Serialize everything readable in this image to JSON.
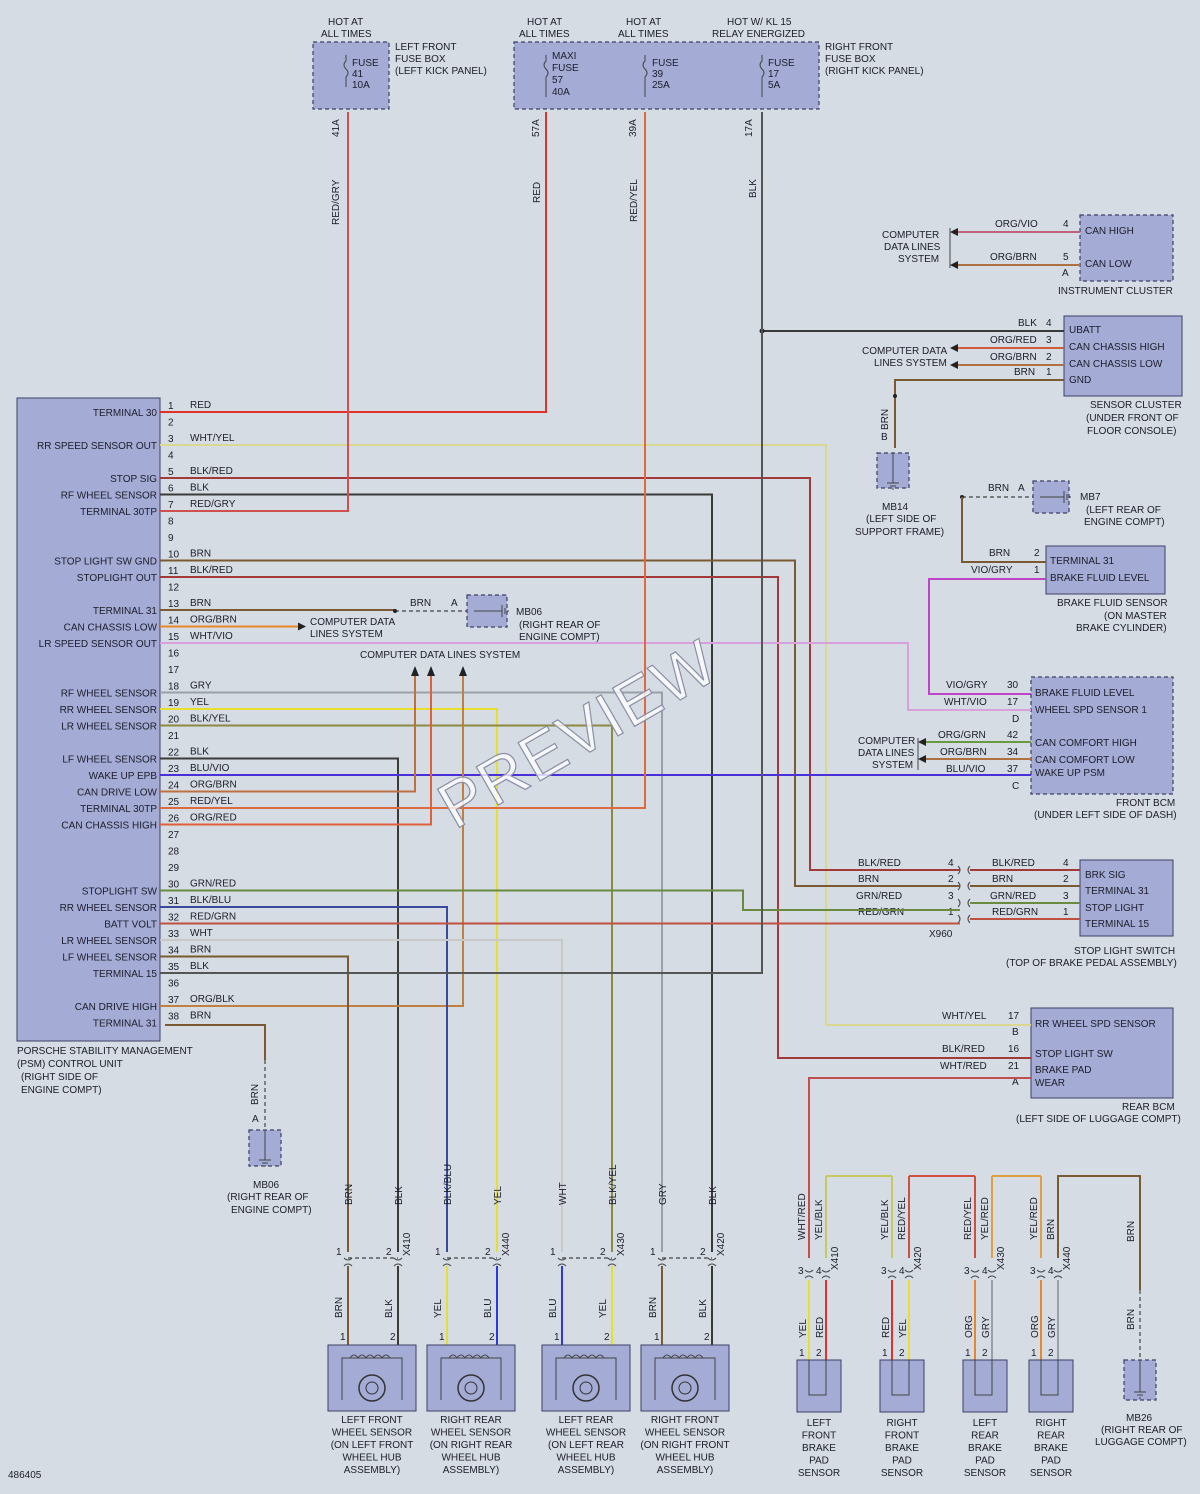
{
  "diagram_id": "486405",
  "watermark": "PREVIEW",
  "fuse_headers": {
    "left_hot": [
      "HOT AT",
      "ALL TIMES"
    ],
    "right_hot1": [
      "HOT AT",
      "ALL TIMES"
    ],
    "right_hot2": [
      "HOT AT",
      "ALL TIMES"
    ],
    "right_hot3": [
      "HOT W/ KL 15",
      "RELAY ENERGIZED"
    ]
  },
  "left_fuse_box": {
    "label": [
      "LEFT FRONT",
      "FUSE BOX",
      "(LEFT KICK PANEL)"
    ],
    "fuse": [
      "FUSE",
      "41",
      "10A"
    ],
    "terminal": "41A",
    "wire": "RED/GRY"
  },
  "right_fuse_box": {
    "label": [
      "RIGHT FRONT",
      "FUSE BOX",
      "(RIGHT KICK PANEL)"
    ],
    "fuses": [
      {
        "lines": [
          "MAXI",
          "FUSE",
          "57",
          "40A"
        ],
        "terminal": "57A",
        "wire": "RED"
      },
      {
        "lines": [
          "FUSE",
          "39",
          "25A"
        ],
        "terminal": "39A",
        "wire": "RED/YEL"
      },
      {
        "lines": [
          "FUSE",
          "17",
          "5A"
        ],
        "terminal": "17A",
        "wire": "BLK"
      }
    ]
  },
  "psm": {
    "label": [
      "PORSCHE STABILITY MANAGEMENT",
      "(PSM) CONTROL UNIT",
      "(RIGHT SIDE OF",
      "ENGINE COMPT)"
    ],
    "pins": [
      {
        "n": "1",
        "name": "TERMINAL 30",
        "wire": "RED"
      },
      {
        "n": "2",
        "name": "",
        "wire": ""
      },
      {
        "n": "3",
        "name": "RR SPEED SENSOR OUT",
        "wire": "WHT/YEL"
      },
      {
        "n": "4",
        "name": "",
        "wire": ""
      },
      {
        "n": "5",
        "name": "STOP SIG",
        "wire": "BLK/RED"
      },
      {
        "n": "6",
        "name": "RF WHEEL SENSOR",
        "wire": "BLK"
      },
      {
        "n": "7",
        "name": "TERMINAL 30TP",
        "wire": "RED/GRY"
      },
      {
        "n": "8",
        "name": "",
        "wire": ""
      },
      {
        "n": "9",
        "name": "",
        "wire": ""
      },
      {
        "n": "10",
        "name": "STOP LIGHT SW GND",
        "wire": "BRN"
      },
      {
        "n": "11",
        "name": "STOPLIGHT OUT",
        "wire": "BLK/RED"
      },
      {
        "n": "12",
        "name": "",
        "wire": ""
      },
      {
        "n": "13",
        "name": "TERMINAL 31",
        "wire": "BRN"
      },
      {
        "n": "14",
        "name": "CAN CHASSIS LOW",
        "wire": "ORG/BRN"
      },
      {
        "n": "15",
        "name": "LR SPEED SENSOR OUT",
        "wire": "WHT/VIO"
      },
      {
        "n": "16",
        "name": "",
        "wire": ""
      },
      {
        "n": "17",
        "name": "",
        "wire": ""
      },
      {
        "n": "18",
        "name": "RF WHEEL SENSOR",
        "wire": "GRY"
      },
      {
        "n": "19",
        "name": "RR WHEEL SENSOR",
        "wire": "YEL"
      },
      {
        "n": "20",
        "name": "LR WHEEL SENSOR",
        "wire": "BLK/YEL"
      },
      {
        "n": "21",
        "name": "",
        "wire": ""
      },
      {
        "n": "22",
        "name": "LF WHEEL SENSOR",
        "wire": "BLK"
      },
      {
        "n": "23",
        "name": "WAKE UP EPB",
        "wire": "BLU/VIO"
      },
      {
        "n": "24",
        "name": "CAN DRIVE LOW",
        "wire": "ORG/BRN"
      },
      {
        "n": "25",
        "name": "TERMINAL 30TP",
        "wire": "RED/YEL"
      },
      {
        "n": "26",
        "name": "CAN CHASSIS HIGH",
        "wire": "ORG/RED"
      },
      {
        "n": "27",
        "name": "",
        "wire": ""
      },
      {
        "n": "28",
        "name": "",
        "wire": ""
      },
      {
        "n": "29",
        "name": "",
        "wire": ""
      },
      {
        "n": "30",
        "name": "STOPLIGHT SW",
        "wire": "GRN/RED"
      },
      {
        "n": "31",
        "name": "RR WHEEL SENSOR",
        "wire": "BLK/BLU"
      },
      {
        "n": "32",
        "name": "BATT VOLT",
        "wire": "RED/GRN"
      },
      {
        "n": "33",
        "name": "LR WHEEL SENSOR",
        "wire": "WHT"
      },
      {
        "n": "34",
        "name": "LF WHEEL SENSOR",
        "wire": "BRN"
      },
      {
        "n": "35",
        "name": "TERMINAL 15",
        "wire": "BLK"
      },
      {
        "n": "36",
        "name": "",
        "wire": ""
      },
      {
        "n": "37",
        "name": "CAN DRIVE HIGH",
        "wire": "ORG/BLK"
      },
      {
        "n": "38",
        "name": "TERMINAL 31",
        "wire": "BRN"
      }
    ]
  },
  "instrument_cluster": {
    "label": "INSTRUMENT CLUSTER",
    "ext": [
      "COMPUTER",
      "DATA LINES",
      "SYSTEM"
    ],
    "pins": [
      {
        "n": "4",
        "name": "CAN HIGH",
        "wire": "ORG/VIO"
      },
      {
        "n": "5",
        "name": "CAN LOW",
        "wire": "ORG/BRN"
      }
    ],
    "conn": "A"
  },
  "sensor_cluster": {
    "label": [
      "SENSOR CLUSTER",
      "(UNDER FRONT OF",
      "FLOOR CONSOLE)"
    ],
    "ext": [
      "COMPUTER DATA",
      "LINES SYSTEM"
    ],
    "pins": [
      {
        "n": "4",
        "name": "UBATT",
        "wire": "BLK"
      },
      {
        "n": "3",
        "name": "CAN CHASSIS HIGH",
        "wire": "ORG/RED"
      },
      {
        "n": "2",
        "name": "CAN CHASSIS LOW",
        "wire": "ORG/BRN"
      },
      {
        "n": "1",
        "name": "GND",
        "wire": "BRN"
      }
    ]
  },
  "mb14": {
    "wire": "BRN",
    "conn": "B",
    "label": [
      "MB14",
      "(LEFT SIDE OF",
      "SUPPORT FRAME)"
    ]
  },
  "mb7": {
    "wire": "BRN",
    "conn": "A",
    "label": [
      "MB7",
      "(LEFT REAR OF",
      "ENGINE COMPT)"
    ]
  },
  "mb06_top": {
    "wire": "BRN",
    "conn": "A",
    "label": [
      "MB06",
      "(RIGHT REAR OF",
      "ENGINE COMPT)"
    ]
  },
  "mb06_bottom": {
    "wire": "BRN",
    "conn": "A",
    "label": [
      "MB06",
      "(RIGHT REAR OF",
      "ENGINE COMPT)"
    ]
  },
  "mb26": {
    "wire": "BRN",
    "label": [
      "MB26",
      "(RIGHT REAR OF",
      "LUGGAGE COMPT)"
    ]
  },
  "cdl_mid": [
    "COMPUTER DATA",
    "LINES SYSTEM"
  ],
  "cdl_center": "COMPUTER DATA LINES SYSTEM",
  "brake_fluid_sensor": {
    "label": [
      "BRAKE FLUID SENSOR",
      "(ON MASTER",
      "BRAKE CYLINDER)"
    ],
    "pins": [
      {
        "n": "2",
        "name": "TERMINAL 31",
        "wire": "BRN"
      },
      {
        "n": "1",
        "name": "BRAKE FLUID LEVEL",
        "wire": "VIO/GRY"
      }
    ]
  },
  "front_bcm": {
    "label": [
      "FRONT BCM",
      "(UNDER LEFT SIDE OF DASH)"
    ],
    "ext": [
      "COMPUTER",
      "DATA LINES",
      "SYSTEM"
    ],
    "pins": [
      {
        "n": "30",
        "name": "BRAKE FLUID LEVEL",
        "wire": "VIO/GRY"
      },
      {
        "n": "17",
        "name": "WHEEL SPD SENSOR 1",
        "wire": "WHT/VIO"
      },
      {
        "n": "42",
        "name": "CAN COMFORT HIGH",
        "wire": "ORG/GRN"
      },
      {
        "n": "34",
        "name": "CAN COMFORT LOW",
        "wire": "ORG/BRN"
      },
      {
        "n": "37",
        "name": "WAKE UP PSM",
        "wire": "BLU/VIO"
      }
    ],
    "conn_d": "D",
    "conn_c": "C"
  },
  "stop_light_switch": {
    "label": [
      "STOP LIGHT SWITCH",
      "(TOP OF BRAKE PEDAL ASSEMBLY)"
    ],
    "conn": "X960",
    "pins": [
      {
        "n": "4",
        "name": "BRK SIG",
        "wire_l": "BLK/RED",
        "cn": "4",
        "wire_r": "BLK/RED"
      },
      {
        "n": "2",
        "name": "TERMINAL 31",
        "wire_l": "BRN",
        "cn": "2",
        "wire_r": "BRN"
      },
      {
        "n": "3",
        "name": "STOP LIGHT",
        "wire_l": "GRN/RED",
        "cn": "3",
        "wire_r": "GRN/RED"
      },
      {
        "n": "1",
        "name": "TERMINAL 15",
        "wire_l": "RED/GRN",
        "cn": "1",
        "wire_r": "RED/GRN"
      }
    ]
  },
  "rear_bcm": {
    "label": [
      "REAR BCM",
      "(LEFT SIDE OF LUGGAGE COMPT)"
    ],
    "pins": [
      {
        "n": "17",
        "name": "RR WHEEL SPD SENSOR",
        "wire": "WHT/YEL",
        "conn": "B"
      },
      {
        "n": "16",
        "name": "STOP LIGHT SW",
        "wire": "BLK/RED"
      },
      {
        "n": "21",
        "name": "BRAKE PAD",
        "name2": "WEAR",
        "wire": "WHT/RED",
        "conn": "A"
      }
    ]
  },
  "wheel_sensors": [
    {
      "label": [
        "LEFT FRONT",
        "WHEEL SENSOR",
        "(ON LEFT FRONT",
        "WHEEL HUB",
        "ASSEMBLY)"
      ],
      "upper": [
        "BRN",
        "BLK"
      ],
      "lower": [
        "BRN",
        "BLK"
      ],
      "conn": "X410"
    },
    {
      "label": [
        "RIGHT REAR",
        "WHEEL SENSOR",
        "(ON RIGHT REAR",
        "WHEEL HUB",
        "ASSEMBLY)"
      ],
      "upper": [
        "BLK/BLU",
        "YEL"
      ],
      "lower": [
        "YEL",
        "BLU"
      ],
      "conn": "X440"
    },
    {
      "label": [
        "LEFT REAR",
        "WHEEL SENSOR",
        "(ON LEFT REAR",
        "WHEEL HUB",
        "ASSEMBLY)"
      ],
      "upper": [
        "WHT",
        "BLK/YEL"
      ],
      "lower": [
        "BLU",
        "YEL"
      ],
      "conn": "X430"
    },
    {
      "label": [
        "RIGHT FRONT",
        "WHEEL SENSOR",
        "(ON RIGHT FRONT",
        "WHEEL HUB",
        "ASSEMBLY)"
      ],
      "upper": [
        "GRY",
        "BLK"
      ],
      "lower": [
        "BRN",
        "BLK"
      ],
      "conn": "X420"
    }
  ],
  "pad_sensors": [
    {
      "label": [
        "LEFT",
        "FRONT",
        "BRAKE",
        "PAD",
        "SENSOR"
      ],
      "upper": [
        "WHT/RED",
        "YEL/BLK"
      ],
      "lower": [
        "YEL",
        "RED"
      ],
      "conn": "X410"
    },
    {
      "label": [
        "RIGHT",
        "FRONT",
        "BRAKE",
        "PAD",
        "SENSOR"
      ],
      "upper": [
        "YEL/BLK",
        "RED/YEL"
      ],
      "lower": [
        "RED",
        "YEL"
      ],
      "conn": "X420"
    },
    {
      "label": [
        "LEFT",
        "REAR",
        "BRAKE",
        "PAD",
        "SENSOR"
      ],
      "upper": [
        "RED/YEL",
        "YEL/RED"
      ],
      "lower": [
        "ORG",
        "GRY"
      ],
      "conn": "X430"
    },
    {
      "label": [
        "RIGHT",
        "REAR",
        "BRAKE",
        "PAD",
        "SENSOR"
      ],
      "upper": [
        "YEL/RED",
        "BRN"
      ],
      "lower": [
        "ORG",
        "GRY"
      ],
      "conn": "X440"
    }
  ],
  "colors": {
    "RED": "#e0322a",
    "BLK": "#3a3a3a",
    "BRN": "#7a5a32",
    "YEL": "#e6df2e",
    "GRY": "#9aa0a8",
    "ORG": "#e8862a",
    "BLU": "#2a3ae0",
    "VIO": "#c044c8",
    "WHT": "#f2f2f2",
    "GRN": "#2a8a2a",
    "BLU/VIO": "#4a30d8",
    "box": "#a4acd6"
  }
}
